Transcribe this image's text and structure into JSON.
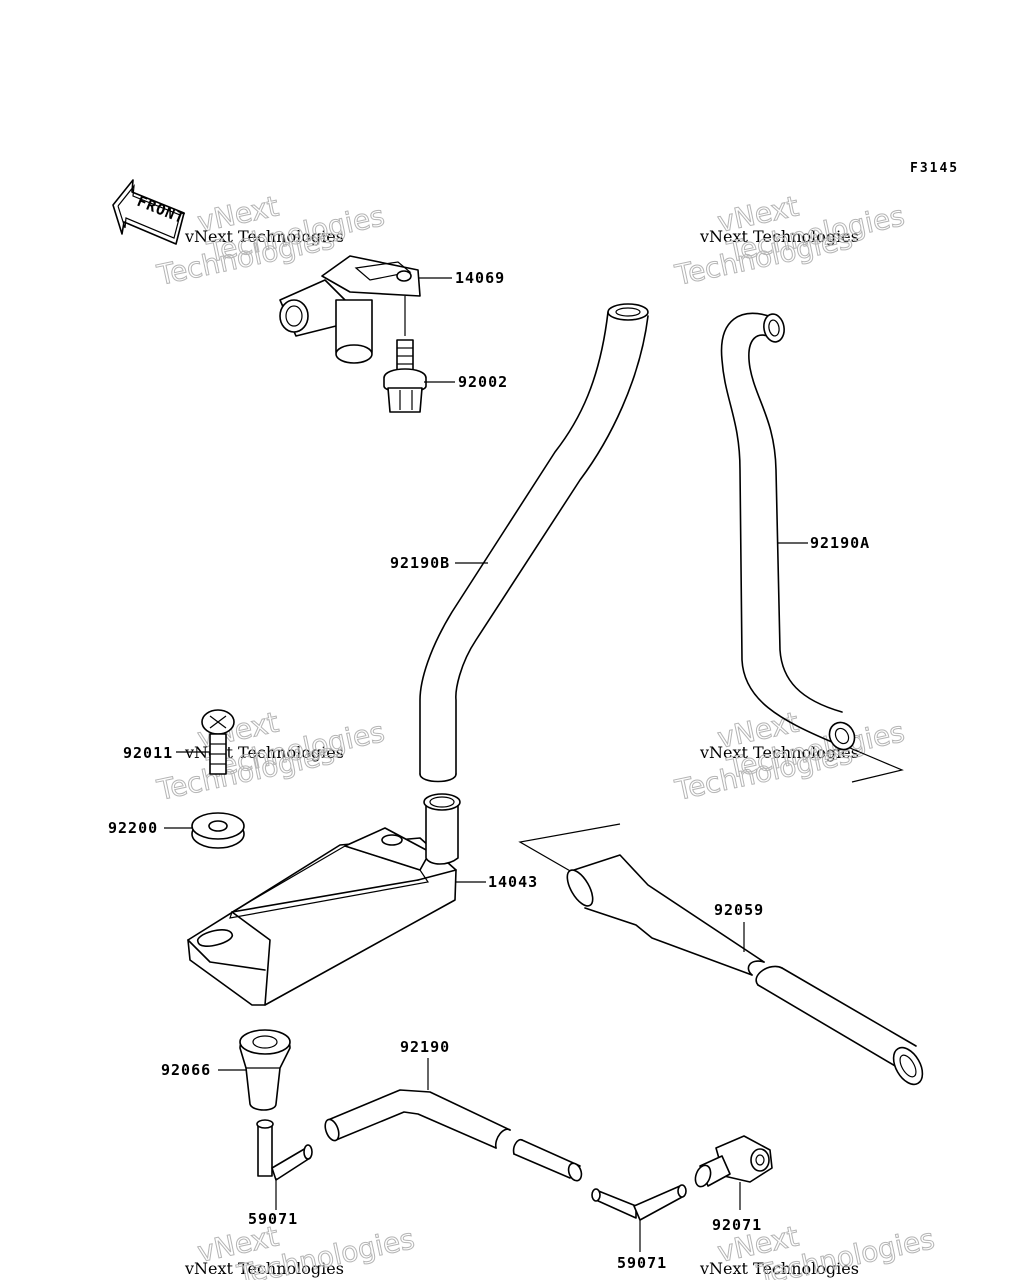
{
  "figure_code": "F3145",
  "front_label": "FRONT",
  "watermark": {
    "line1": "vNext Technologies",
    "line2": "vNext",
    "line3": "Technologies"
  },
  "parts": [
    {
      "id": "14069",
      "label": "14069"
    },
    {
      "id": "92002",
      "label": "92002"
    },
    {
      "id": "92190B",
      "label": "92190B"
    },
    {
      "id": "92190A",
      "label": "92190A"
    },
    {
      "id": "92011",
      "label": "92011"
    },
    {
      "id": "92200",
      "label": "92200"
    },
    {
      "id": "14043",
      "label": "14043"
    },
    {
      "id": "92059",
      "label": "92059"
    },
    {
      "id": "92066",
      "label": "92066"
    },
    {
      "id": "92190",
      "label": "92190"
    },
    {
      "id": "59071a",
      "label": "59071"
    },
    {
      "id": "59071b",
      "label": "59071"
    },
    {
      "id": "92071",
      "label": "92071"
    }
  ]
}
